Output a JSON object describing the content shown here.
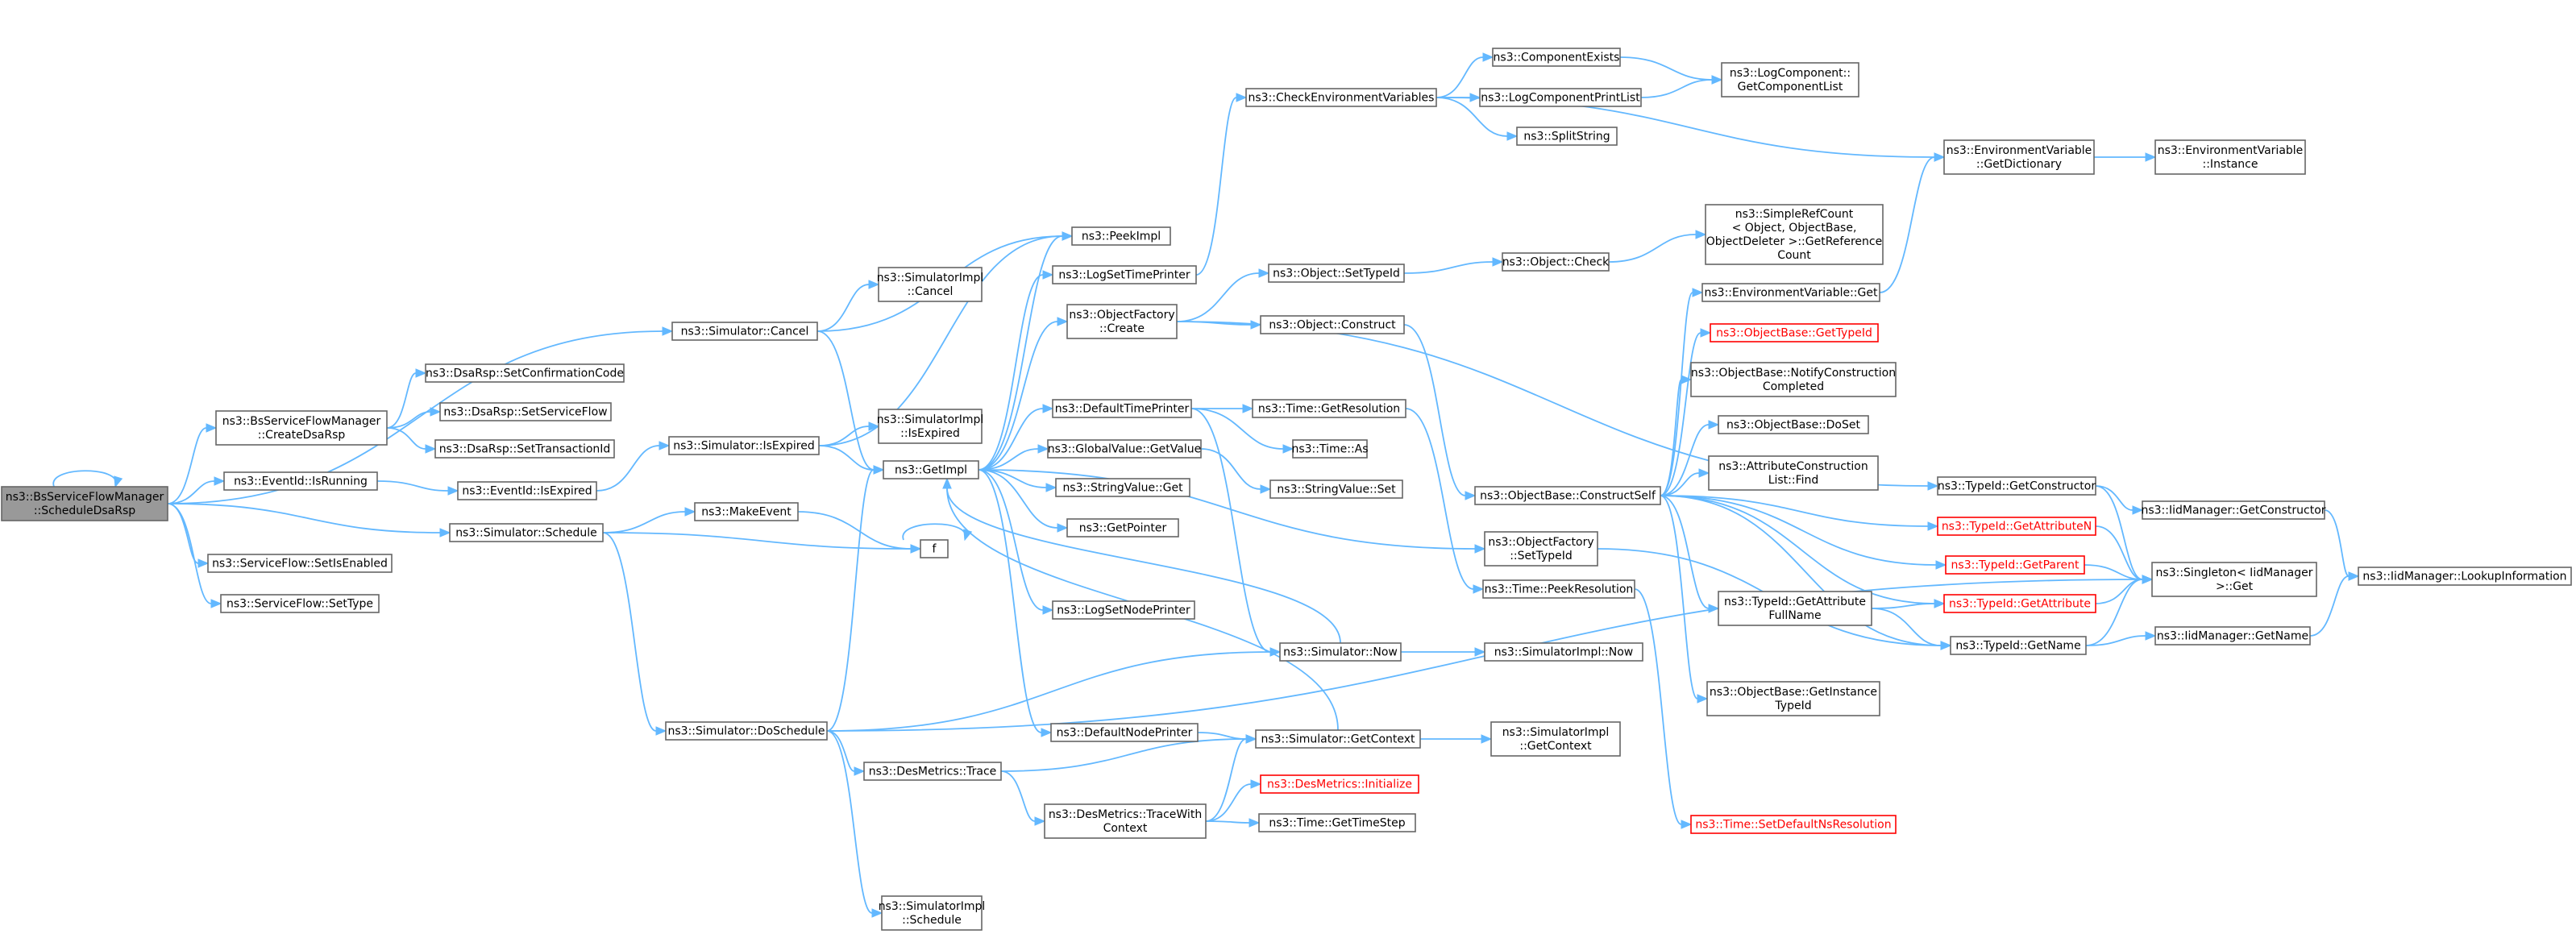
{
  "colors": {
    "edge": "#63b8ff",
    "node_border": "#666666",
    "node_fill": "#ffffff",
    "root_fill": "#999999",
    "warning_border": "#ff0000"
  },
  "nodes": [
    {
      "id": "root",
      "lines": [
        "ns3::BsServiceFlowManager",
        "::ScheduleDsaRsp"
      ],
      "style": "root"
    },
    {
      "id": "createDsaRsp",
      "lines": [
        "ns3::BsServiceFlowManager",
        "::CreateDsaRsp"
      ],
      "style": "normal"
    },
    {
      "id": "eventIsRunning",
      "lines": [
        "ns3::EventId::IsRunning"
      ],
      "style": "normal"
    },
    {
      "id": "sfSetIsEnabled",
      "lines": [
        "ns3::ServiceFlow::SetIsEnabled"
      ],
      "style": "normal"
    },
    {
      "id": "sfSetType",
      "lines": [
        "ns3::ServiceFlow::SetType"
      ],
      "style": "normal"
    },
    {
      "id": "simCancel",
      "lines": [
        "ns3::Simulator::Cancel"
      ],
      "style": "normal"
    },
    {
      "id": "simSchedule",
      "lines": [
        "ns3::Simulator::Schedule"
      ],
      "style": "normal"
    },
    {
      "id": "dsaSetConfirmationCode",
      "lines": [
        "ns3::DsaRsp::SetConfirmationCode"
      ],
      "style": "normal"
    },
    {
      "id": "dsaSetServiceFlow",
      "lines": [
        "ns3::DsaRsp::SetServiceFlow"
      ],
      "style": "normal"
    },
    {
      "id": "dsaSetTransactionId",
      "lines": [
        "ns3::DsaRsp::SetTransactionId"
      ],
      "style": "normal"
    },
    {
      "id": "eventIsExpired",
      "lines": [
        "ns3::EventId::IsExpired"
      ],
      "style": "normal"
    },
    {
      "id": "simIsExpired",
      "lines": [
        "ns3::Simulator::IsExpired"
      ],
      "style": "normal"
    },
    {
      "id": "makeEvent",
      "lines": [
        "ns3::MakeEvent"
      ],
      "style": "normal"
    },
    {
      "id": "f",
      "lines": [
        "f"
      ],
      "style": "normal"
    },
    {
      "id": "simDoSchedule",
      "lines": [
        "ns3::Simulator::DoSchedule"
      ],
      "style": "normal"
    },
    {
      "id": "implCancel",
      "lines": [
        "ns3::SimulatorImpl",
        "::Cancel"
      ],
      "style": "normal"
    },
    {
      "id": "implIsExpired",
      "lines": [
        "ns3::SimulatorImpl",
        "::IsExpired"
      ],
      "style": "normal"
    },
    {
      "id": "getImpl",
      "lines": [
        "ns3::GetImpl"
      ],
      "style": "normal"
    },
    {
      "id": "desTrace",
      "lines": [
        "ns3::DesMetrics::Trace"
      ],
      "style": "normal"
    },
    {
      "id": "desTraceWithContext",
      "lines": [
        "ns3::DesMetrics::TraceWith",
        "Context"
      ],
      "style": "normal"
    },
    {
      "id": "implSchedule",
      "lines": [
        "ns3::SimulatorImpl",
        "::Schedule"
      ],
      "style": "normal"
    },
    {
      "id": "peekImpl",
      "lines": [
        "ns3::PeekImpl"
      ],
      "style": "normal"
    },
    {
      "id": "logSetTimePrinter",
      "lines": [
        "ns3::LogSetTimePrinter"
      ],
      "style": "normal"
    },
    {
      "id": "objFactoryCreate",
      "lines": [
        "ns3::ObjectFactory",
        "::Create"
      ],
      "style": "normal"
    },
    {
      "id": "defaultTimePrinter",
      "lines": [
        "ns3::DefaultTimePrinter"
      ],
      "style": "normal"
    },
    {
      "id": "globalValueGet",
      "lines": [
        "ns3::GlobalValue::GetValue"
      ],
      "style": "normal"
    },
    {
      "id": "stringValueGet",
      "lines": [
        "ns3::StringValue::Get"
      ],
      "style": "normal"
    },
    {
      "id": "getPointer",
      "lines": [
        "ns3::GetPointer"
      ],
      "style": "normal"
    },
    {
      "id": "logSetNodePrinter",
      "lines": [
        "ns3::LogSetNodePrinter"
      ],
      "style": "normal"
    },
    {
      "id": "defaultNodePrinter",
      "lines": [
        "ns3::DefaultNodePrinter"
      ],
      "style": "normal"
    },
    {
      "id": "simGetContext",
      "lines": [
        "ns3::Simulator::GetContext"
      ],
      "style": "normal"
    },
    {
      "id": "simNow",
      "lines": [
        "ns3::Simulator::Now"
      ],
      "style": "normal"
    },
    {
      "id": "desInitialize",
      "lines": [
        "ns3::DesMetrics::Initialize"
      ],
      "style": "red"
    },
    {
      "id": "timeGetTimeStep",
      "lines": [
        "ns3::Time::GetTimeStep"
      ],
      "style": "normal"
    },
    {
      "id": "checkEnvVars",
      "lines": [
        "ns3::CheckEnvironmentVariables"
      ],
      "style": "normal"
    },
    {
      "id": "componentExists",
      "lines": [
        "ns3::ComponentExists"
      ],
      "style": "normal"
    },
    {
      "id": "logComponentPrintList",
      "lines": [
        "ns3::LogComponentPrintList"
      ],
      "style": "normal"
    },
    {
      "id": "splitString",
      "lines": [
        "ns3::SplitString"
      ],
      "style": "normal"
    },
    {
      "id": "logComponentGetList",
      "lines": [
        "ns3::LogComponent::",
        "GetComponentList"
      ],
      "style": "normal"
    },
    {
      "id": "objSetTypeId",
      "lines": [
        "ns3::Object::SetTypeId"
      ],
      "style": "normal"
    },
    {
      "id": "objCheck",
      "lines": [
        "ns3::Object::Check"
      ],
      "style": "normal"
    },
    {
      "id": "objConstruct",
      "lines": [
        "ns3::Object::Construct"
      ],
      "style": "normal"
    },
    {
      "id": "simpleRefCount",
      "lines": [
        "ns3::SimpleRefCount",
        "< Object, ObjectBase,",
        "ObjectDeleter >::GetReference",
        "Count"
      ],
      "style": "normal"
    },
    {
      "id": "timeGetResolution",
      "lines": [
        "ns3::Time::GetResolution"
      ],
      "style": "normal"
    },
    {
      "id": "timeAs",
      "lines": [
        "ns3::Time::As"
      ],
      "style": "normal"
    },
    {
      "id": "stringValueSet",
      "lines": [
        "ns3::StringValue::Set"
      ],
      "style": "normal"
    },
    {
      "id": "constructSelf",
      "lines": [
        "ns3::ObjectBase::ConstructSelf"
      ],
      "style": "normal"
    },
    {
      "id": "objFactorySetTypeId",
      "lines": [
        "ns3::ObjectFactory",
        "::SetTypeId"
      ],
      "style": "normal"
    },
    {
      "id": "timePeekResolution",
      "lines": [
        "ns3::Time::PeekResolution"
      ],
      "style": "normal"
    },
    {
      "id": "implNow",
      "lines": [
        "ns3::SimulatorImpl::Now"
      ],
      "style": "normal"
    },
    {
      "id": "implGetContext",
      "lines": [
        "ns3::SimulatorImpl",
        "::GetContext"
      ],
      "style": "normal"
    },
    {
      "id": "envVarGet",
      "lines": [
        "ns3::EnvironmentVariable::Get"
      ],
      "style": "normal"
    },
    {
      "id": "objBaseGetTypeId",
      "lines": [
        "ns3::ObjectBase::GetTypeId"
      ],
      "style": "red"
    },
    {
      "id": "notifyConstruction",
      "lines": [
        "ns3::ObjectBase::NotifyConstruction",
        "Completed"
      ],
      "style": "normal"
    },
    {
      "id": "objBaseDoSet",
      "lines": [
        "ns3::ObjectBase::DoSet"
      ],
      "style": "normal"
    },
    {
      "id": "attrConstructionFind",
      "lines": [
        "ns3::AttributeConstruction",
        "List::Find"
      ],
      "style": "normal"
    },
    {
      "id": "typeIdGetAttrFullName",
      "lines": [
        "ns3::TypeId::GetAttribute",
        "FullName"
      ],
      "style": "normal"
    },
    {
      "id": "objBaseGetInstanceTypeId",
      "lines": [
        "ns3::ObjectBase::GetInstance",
        "TypeId"
      ],
      "style": "normal"
    },
    {
      "id": "timeSetDefaultNs",
      "lines": [
        "ns3::Time::SetDefaultNsResolution"
      ],
      "style": "red"
    },
    {
      "id": "envVarGetDictionary",
      "lines": [
        "ns3::EnvironmentVariable",
        "::GetDictionary"
      ],
      "style": "normal"
    },
    {
      "id": "envVarInstance",
      "lines": [
        "ns3::EnvironmentVariable",
        "::Instance"
      ],
      "style": "normal"
    },
    {
      "id": "typeIdGetConstructor",
      "lines": [
        "ns3::TypeId::GetConstructor"
      ],
      "style": "normal"
    },
    {
      "id": "typeIdGetAttributeN",
      "lines": [
        "ns3::TypeId::GetAttributeN"
      ],
      "style": "red"
    },
    {
      "id": "typeIdGetParent",
      "lines": [
        "ns3::TypeId::GetParent"
      ],
      "style": "red"
    },
    {
      "id": "typeIdGetAttribute",
      "lines": [
        "ns3::TypeId::GetAttribute"
      ],
      "style": "red"
    },
    {
      "id": "typeIdGetName",
      "lines": [
        "ns3::TypeId::GetName"
      ],
      "style": "normal"
    },
    {
      "id": "iidGetConstructor",
      "lines": [
        "ns3::IidManager::GetConstructor"
      ],
      "style": "normal"
    },
    {
      "id": "singletonGet",
      "lines": [
        "ns3::Singleton< IidManager",
        ">::Get"
      ],
      "style": "normal"
    },
    {
      "id": "iidGetName",
      "lines": [
        "ns3::IidManager::GetName"
      ],
      "style": "normal"
    },
    {
      "id": "iidLookupInfo",
      "lines": [
        "ns3::IidManager::LookupInformation"
      ],
      "style": "normal"
    }
  ],
  "edges": [
    [
      "root",
      "root"
    ],
    [
      "root",
      "createDsaRsp"
    ],
    [
      "root",
      "eventIsRunning"
    ],
    [
      "root",
      "sfSetIsEnabled"
    ],
    [
      "root",
      "sfSetType"
    ],
    [
      "root",
      "simCancel"
    ],
    [
      "root",
      "simSchedule"
    ],
    [
      "createDsaRsp",
      "dsaSetConfirmationCode"
    ],
    [
      "createDsaRsp",
      "dsaSetServiceFlow"
    ],
    [
      "createDsaRsp",
      "dsaSetTransactionId"
    ],
    [
      "eventIsRunning",
      "eventIsExpired"
    ],
    [
      "eventIsExpired",
      "simIsExpired"
    ],
    [
      "simCancel",
      "implCancel"
    ],
    [
      "simCancel",
      "getImpl"
    ],
    [
      "simCancel",
      "peekImpl"
    ],
    [
      "simIsExpired",
      "implIsExpired"
    ],
    [
      "simIsExpired",
      "getImpl"
    ],
    [
      "simIsExpired",
      "peekImpl"
    ],
    [
      "simSchedule",
      "makeEvent"
    ],
    [
      "simSchedule",
      "f"
    ],
    [
      "simSchedule",
      "simDoSchedule"
    ],
    [
      "makeEvent",
      "f"
    ],
    [
      "f",
      "f"
    ],
    [
      "simDoSchedule",
      "getImpl"
    ],
    [
      "simDoSchedule",
      "simNow"
    ],
    [
      "simDoSchedule",
      "desTrace"
    ],
    [
      "simDoSchedule",
      "implSchedule"
    ],
    [
      "simDoSchedule",
      "singletonGet"
    ],
    [
      "getImpl",
      "peekImpl"
    ],
    [
      "getImpl",
      "logSetTimePrinter"
    ],
    [
      "getImpl",
      "objFactoryCreate"
    ],
    [
      "getImpl",
      "defaultTimePrinter"
    ],
    [
      "getImpl",
      "globalValueGet"
    ],
    [
      "getImpl",
      "stringValueGet"
    ],
    [
      "getImpl",
      "getPointer"
    ],
    [
      "getImpl",
      "logSetNodePrinter"
    ],
    [
      "getImpl",
      "defaultNodePrinter"
    ],
    [
      "getImpl",
      "objFactorySetTypeId"
    ],
    [
      "logSetTimePrinter",
      "checkEnvVars"
    ],
    [
      "checkEnvVars",
      "componentExists"
    ],
    [
      "checkEnvVars",
      "logComponentPrintList"
    ],
    [
      "checkEnvVars",
      "splitString"
    ],
    [
      "checkEnvVars",
      "envVarGetDictionary"
    ],
    [
      "componentExists",
      "logComponentGetList"
    ],
    [
      "logComponentPrintList",
      "logComponentGetList"
    ],
    [
      "objFactoryCreate",
      "objSetTypeId"
    ],
    [
      "objFactoryCreate",
      "objConstruct"
    ],
    [
      "objFactoryCreate",
      "typeIdGetConstructor"
    ],
    [
      "objSetTypeId",
      "objCheck"
    ],
    [
      "objCheck",
      "simpleRefCount"
    ],
    [
      "objConstruct",
      "constructSelf"
    ],
    [
      "defaultTimePrinter",
      "timeGetResolution"
    ],
    [
      "defaultTimePrinter",
      "timeAs"
    ],
    [
      "defaultTimePrinter",
      "simNow"
    ],
    [
      "timeGetResolution",
      "timePeekResolution"
    ],
    [
      "globalValueGet",
      "stringValueSet"
    ],
    [
      "simNow",
      "getImpl"
    ],
    [
      "simNow",
      "implNow"
    ],
    [
      "defaultNodePrinter",
      "simGetContext"
    ],
    [
      "simGetContext",
      "getImpl"
    ],
    [
      "simGetContext",
      "implGetContext"
    ],
    [
      "desTrace",
      "simGetContext"
    ],
    [
      "desTrace",
      "desTraceWithContext"
    ],
    [
      "desTraceWithContext",
      "desInitialize"
    ],
    [
      "desTraceWithContext",
      "timeGetTimeStep"
    ],
    [
      "desTraceWithContext",
      "simGetContext"
    ],
    [
      "constructSelf",
      "envVarGet"
    ],
    [
      "constructSelf",
      "objBaseGetTypeId"
    ],
    [
      "constructSelf",
      "notifyConstruction"
    ],
    [
      "constructSelf",
      "objBaseDoSet"
    ],
    [
      "constructSelf",
      "attrConstructionFind"
    ],
    [
      "constructSelf",
      "typeIdGetAttrFullName"
    ],
    [
      "constructSelf",
      "objBaseGetInstanceTypeId"
    ],
    [
      "constructSelf",
      "typeIdGetAttributeN"
    ],
    [
      "constructSelf",
      "typeIdGetParent"
    ],
    [
      "constructSelf",
      "typeIdGetAttribute"
    ],
    [
      "constructSelf",
      "typeIdGetName"
    ],
    [
      "objFactorySetTypeId",
      "typeIdGetName"
    ],
    [
      "timePeekResolution",
      "timeSetDefaultNs"
    ],
    [
      "envVarGet",
      "envVarGetDictionary"
    ],
    [
      "envVarGetDictionary",
      "envVarInstance"
    ],
    [
      "typeIdGetConstructor",
      "iidGetConstructor"
    ],
    [
      "typeIdGetConstructor",
      "singletonGet"
    ],
    [
      "iidGetConstructor",
      "iidLookupInfo"
    ],
    [
      "typeIdGetAttributeN",
      "singletonGet"
    ],
    [
      "typeIdGetParent",
      "singletonGet"
    ],
    [
      "typeIdGetAttribute",
      "singletonGet"
    ],
    [
      "typeIdGetAttrFullName",
      "typeIdGetAttribute"
    ],
    [
      "typeIdGetAttrFullName",
      "typeIdGetName"
    ],
    [
      "typeIdGetName",
      "singletonGet"
    ],
    [
      "typeIdGetName",
      "iidGetName"
    ],
    [
      "iidGetName",
      "iidLookupInfo"
    ]
  ]
}
